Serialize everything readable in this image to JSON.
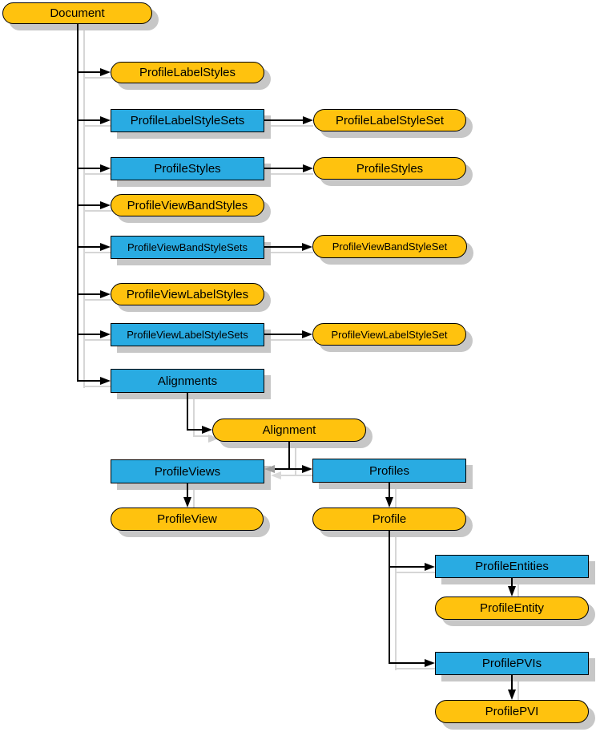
{
  "diagram": {
    "description": "Profile object model hierarchy diagram",
    "palette": {
      "object_fill": "#FFC20E",
      "collection_fill": "#29ABE2",
      "border": "#000000",
      "line": "#000000",
      "shadow": "#C7C7C7",
      "line_shadow": "#D6D6D6",
      "background": "#FFFFFF"
    },
    "legend_hint": {
      "pill_shape": "object",
      "rect_shape": "collection"
    },
    "nodes": {
      "document": {
        "label": "Document",
        "kind": "object"
      },
      "profile_label_styles": {
        "label": "ProfileLabelStyles",
        "kind": "object"
      },
      "profile_label_style_sets": {
        "label": "ProfileLabelStyleSets",
        "kind": "collection"
      },
      "profile_label_style_set": {
        "label": "ProfileLabelStyleSet",
        "kind": "object"
      },
      "profile_styles_collection": {
        "label": "ProfileStyles",
        "kind": "collection"
      },
      "profile_styles_item": {
        "label": "ProfileStyles",
        "kind": "object"
      },
      "profile_view_band_styles": {
        "label": "ProfileViewBandStyles",
        "kind": "object"
      },
      "profile_view_band_style_sets": {
        "label": "ProfileViewBandStyleSets",
        "kind": "collection"
      },
      "profile_view_band_style_set": {
        "label": "ProfileViewBandStyleSet",
        "kind": "object"
      },
      "profile_view_label_styles": {
        "label": "ProfileViewLabelStyles",
        "kind": "object"
      },
      "profile_view_label_style_sets": {
        "label": "ProfileViewLabelStyleSets",
        "kind": "collection"
      },
      "profile_view_label_style_set": {
        "label": "ProfileViewLabelStyleSet",
        "kind": "object"
      },
      "alignments": {
        "label": "Alignments",
        "kind": "collection"
      },
      "alignment": {
        "label": "Alignment",
        "kind": "object"
      },
      "profile_views": {
        "label": "ProfileViews",
        "kind": "collection"
      },
      "profiles": {
        "label": "Profiles",
        "kind": "collection"
      },
      "profile_view": {
        "label": "ProfileView",
        "kind": "object"
      },
      "profile": {
        "label": "Profile",
        "kind": "object"
      },
      "profile_entities": {
        "label": "ProfileEntities",
        "kind": "collection"
      },
      "profile_entity": {
        "label": "ProfileEntity",
        "kind": "object"
      },
      "profile_pvis": {
        "label": "ProfilePVIs",
        "kind": "collection"
      },
      "profile_pvi": {
        "label": "ProfilePVI",
        "kind": "object"
      }
    },
    "edges": [
      {
        "from": "document",
        "to": "profile_label_styles"
      },
      {
        "from": "document",
        "to": "profile_label_style_sets"
      },
      {
        "from": "document",
        "to": "profile_styles_collection"
      },
      {
        "from": "document",
        "to": "profile_view_band_styles"
      },
      {
        "from": "document",
        "to": "profile_view_band_style_sets"
      },
      {
        "from": "document",
        "to": "profile_view_label_styles"
      },
      {
        "from": "document",
        "to": "profile_view_label_style_sets"
      },
      {
        "from": "document",
        "to": "alignments"
      },
      {
        "from": "profile_label_style_sets",
        "to": "profile_label_style_set"
      },
      {
        "from": "profile_styles_collection",
        "to": "profile_styles_item"
      },
      {
        "from": "profile_view_band_style_sets",
        "to": "profile_view_band_style_set"
      },
      {
        "from": "profile_view_label_style_sets",
        "to": "profile_view_label_style_set"
      },
      {
        "from": "alignments",
        "to": "alignment"
      },
      {
        "from": "alignment",
        "to": "profile_views"
      },
      {
        "from": "alignment",
        "to": "profiles"
      },
      {
        "from": "profile_views",
        "to": "profile_view"
      },
      {
        "from": "profiles",
        "to": "profile"
      },
      {
        "from": "profile",
        "to": "profile_entities"
      },
      {
        "from": "profile",
        "to": "profile_pvis"
      },
      {
        "from": "profile_entities",
        "to": "profile_entity"
      },
      {
        "from": "profile_pvis",
        "to": "profile_pvi"
      }
    ]
  }
}
